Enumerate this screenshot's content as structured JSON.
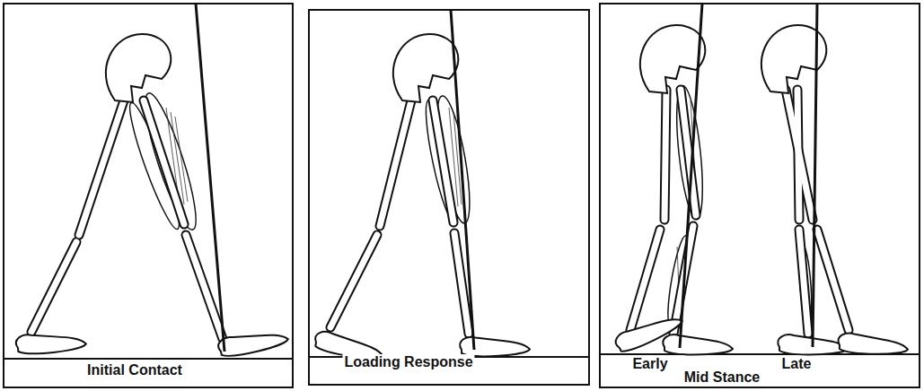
{
  "diagram": {
    "nodes": [
      {
        "text": [
          "Initial Contact"
        ]
      },
      {
        "text": [
          "Loading Response"
        ]
      },
      {
        "text": [
          "Early",
          "Late",
          "Mid Stance"
        ]
      }
    ]
  }
}
